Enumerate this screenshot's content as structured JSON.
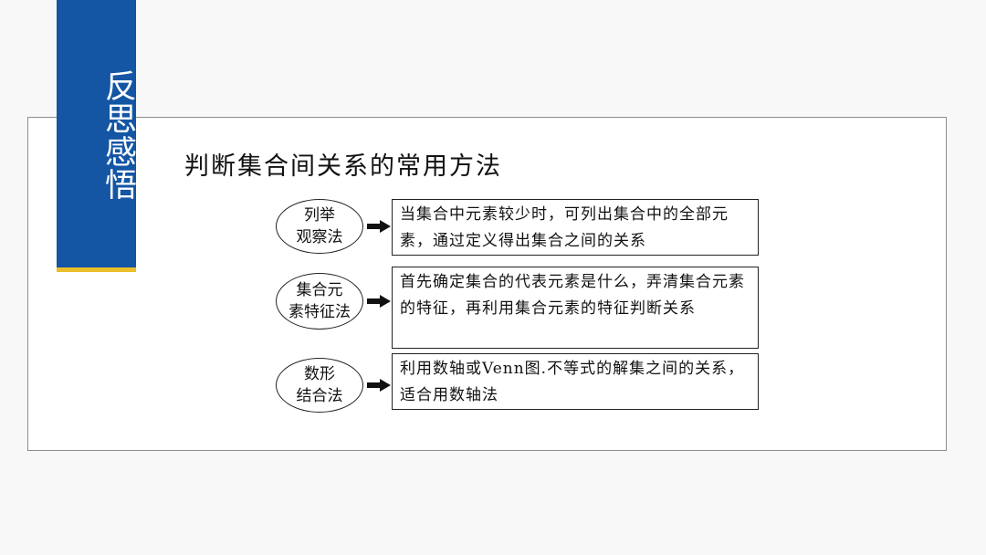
{
  "sidebar_tab": {
    "title": "反思感悟"
  },
  "heading": "判断集合间关系的常用方法",
  "methods": [
    {
      "name": "列举\n观察法",
      "description": "当集合中元素较少时，可列出集合中的全部元素，通过定义得出集合之间的关系"
    },
    {
      "name": "集合元\n素特征法",
      "description": "首先确定集合的代表元素是什么，弄清集合元素的特征，再利用集合元素的特征判断关系"
    },
    {
      "name": "数形\n结合法",
      "description": "利用数轴或Venn图.不等式的解集之间的关系，适合用数轴法"
    }
  ],
  "colors": {
    "tab_blue": "#1455a4",
    "tab_accent": "#e9bf2c",
    "frame_border": "#8c8c8c"
  }
}
